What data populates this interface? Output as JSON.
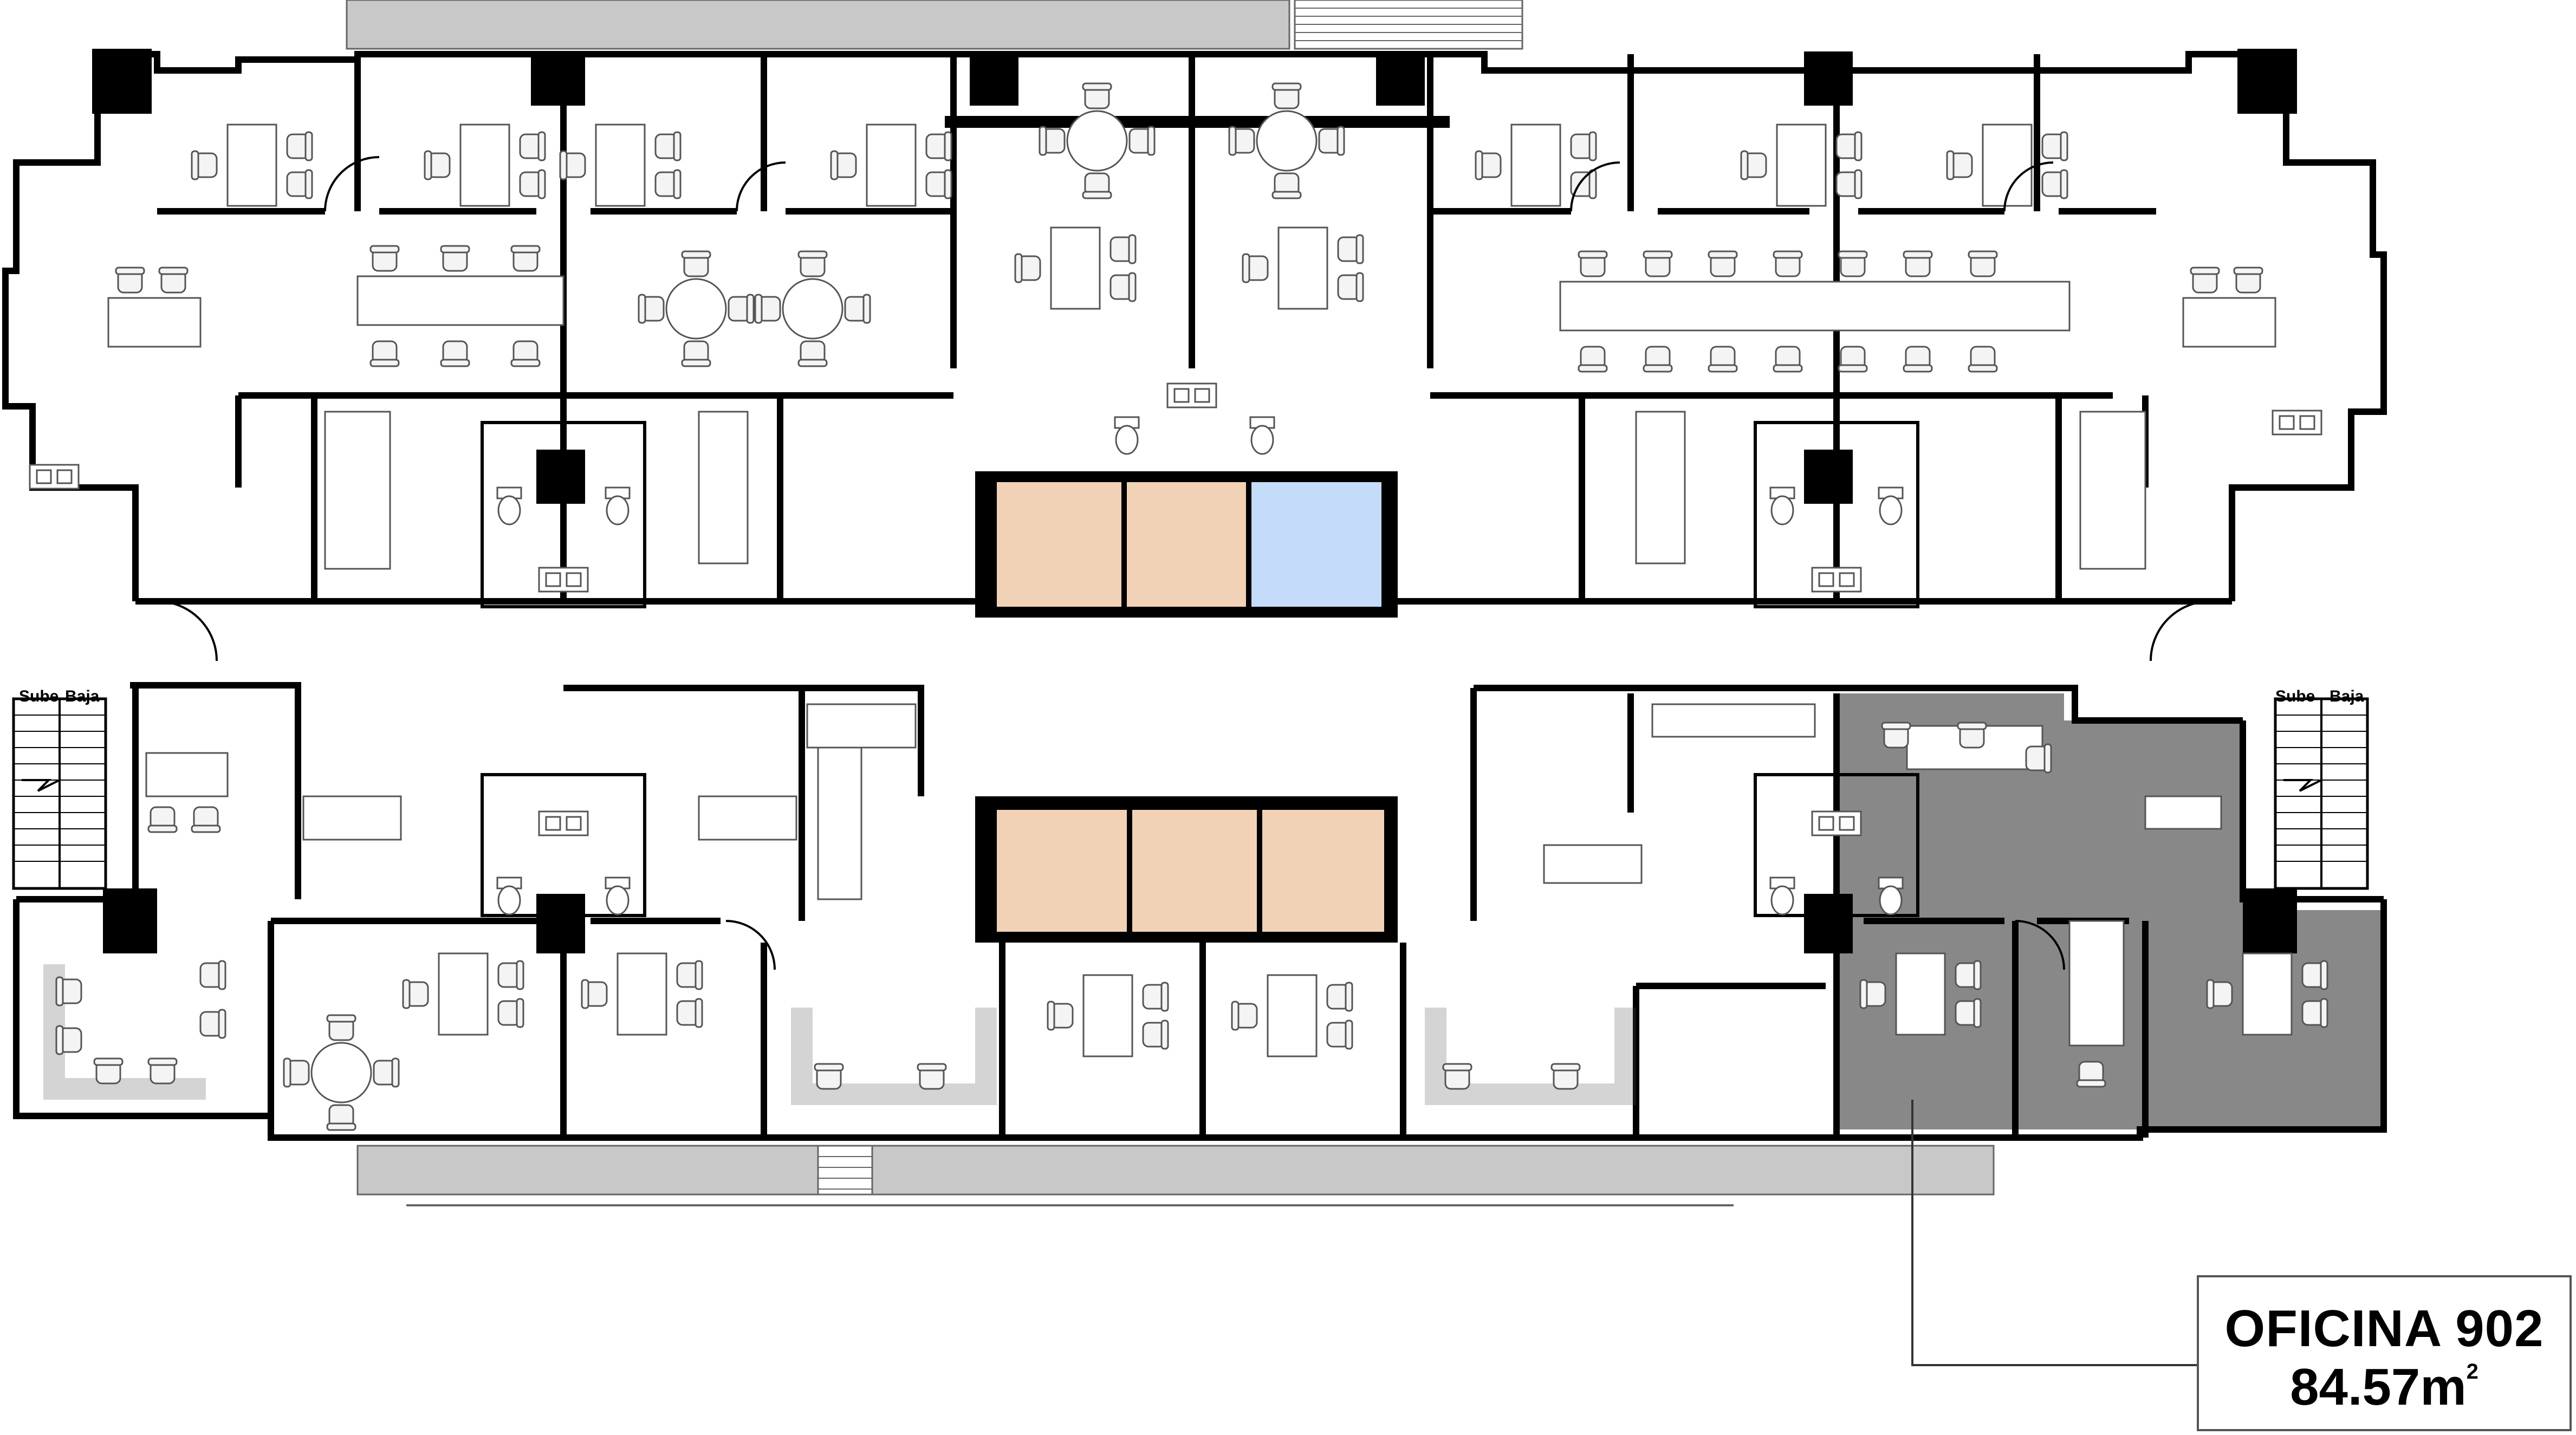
{
  "stairs": {
    "left": {
      "up": "Sube",
      "down": "Baja"
    },
    "right": {
      "up": "Sube",
      "down": "Baja"
    }
  },
  "office_label": {
    "name": "OFICINA 902",
    "area_value": "84.57m",
    "area_exponent": "2"
  },
  "colors": {
    "selected_office": "#888888",
    "elevator_core": "#f2d2b6",
    "service_elevator": "#c4dcfa",
    "balcony": "#c8c8c8",
    "walls": "#000000"
  },
  "icons": [
    "desk-chair-icon",
    "round-table-icon",
    "toilet-icon",
    "sink-icon",
    "stair-arrow-icon",
    "door-swing-icon"
  ]
}
